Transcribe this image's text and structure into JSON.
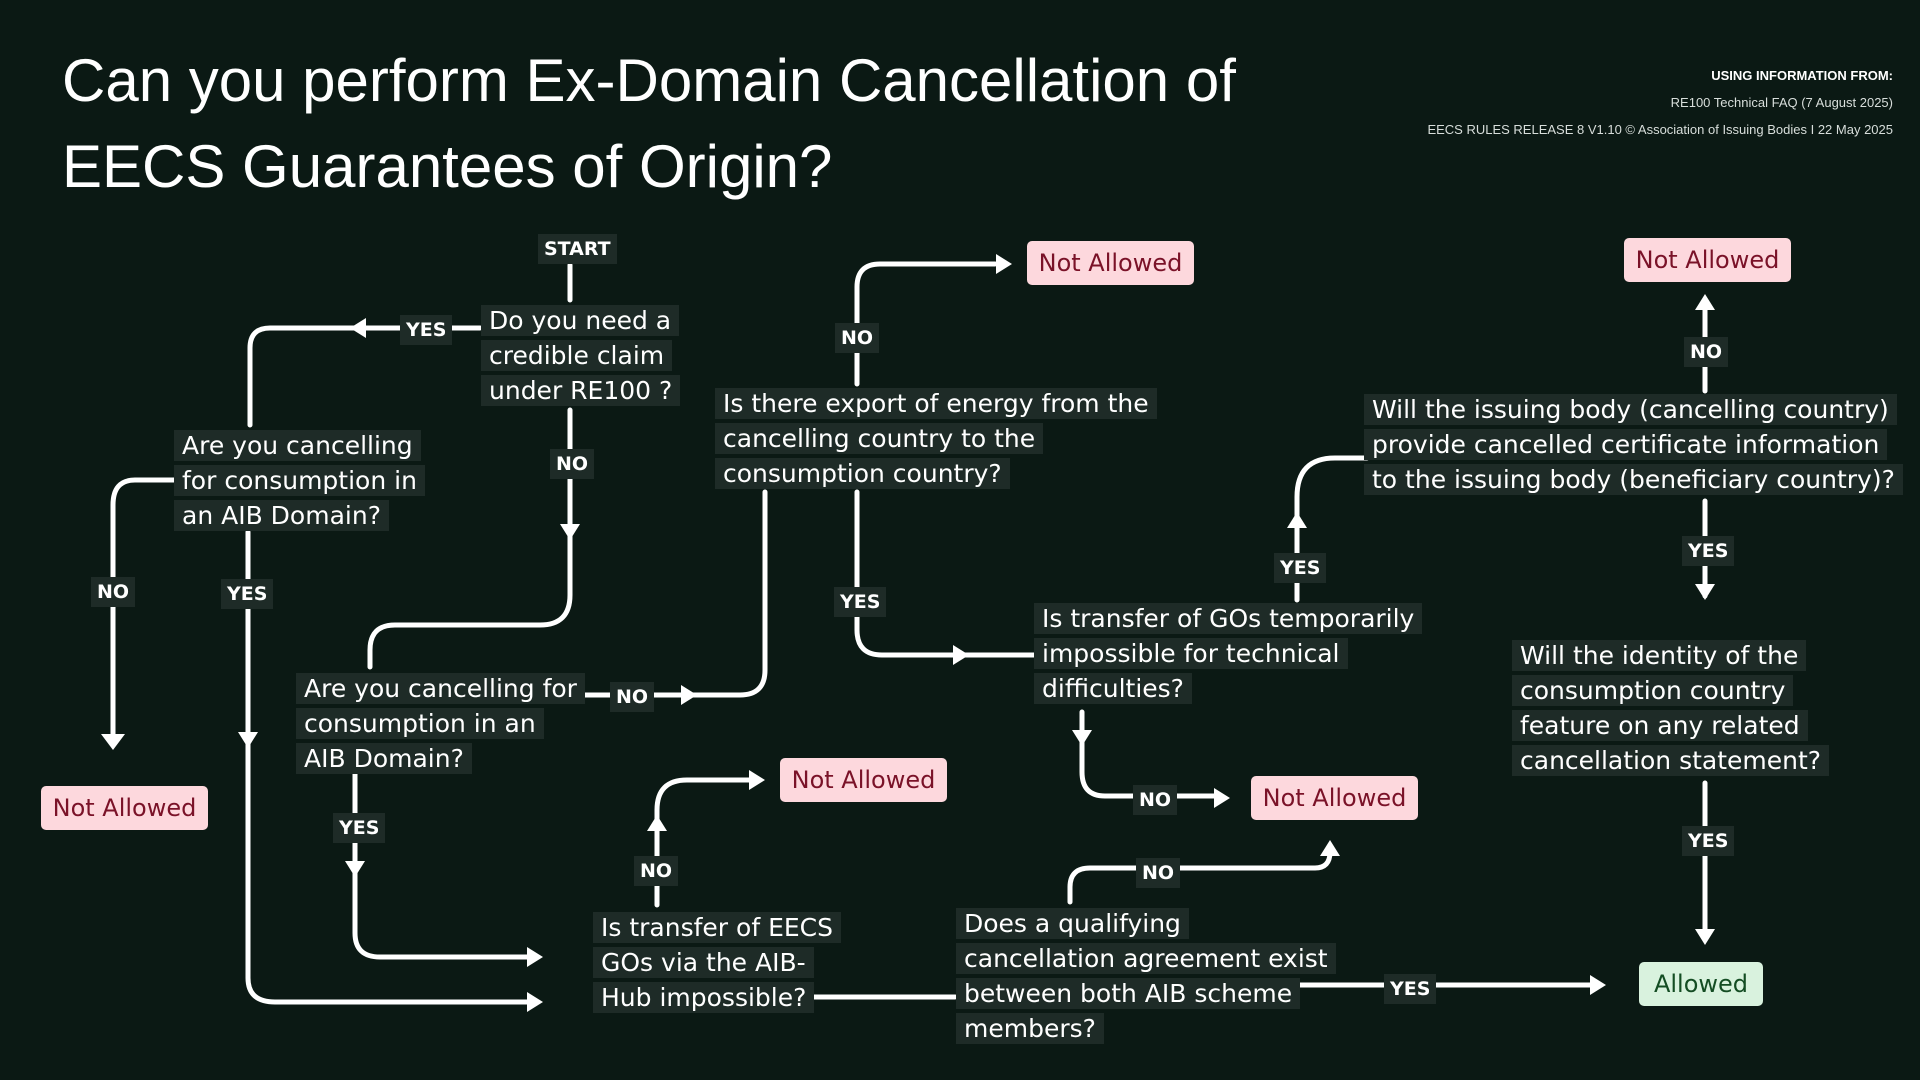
{
  "title": {
    "line1": "Can you perform Ex-Domain Cancellation of",
    "line2": "EECS Guarantees of Origin?"
  },
  "sources": {
    "heading": "USING INFORMATION FROM:",
    "line1": "RE100 Technical FAQ (7 August 2025)",
    "line2": "EECS RULES RELEASE 8 V1.10 © Association of Issuing Bodies I 22 May 2025"
  },
  "flowchart": {
    "start": "START",
    "questions": {
      "q1": [
        "Do you need a",
        "credible claim",
        "under RE100 ?"
      ],
      "q2": [
        "Are you cancelling",
        "for consumption in",
        "an AIB Domain?"
      ],
      "q3": [
        "Are you cancelling for",
        "consumption in an",
        "AIB Domain?"
      ],
      "q4": [
        "Is there export of energy from the",
        "cancelling country to the",
        "consumption country?"
      ],
      "q5": [
        "Is transfer of EECS",
        "GOs via the AIB-",
        "Hub impossible?"
      ],
      "q6": [
        "Is transfer of GOs temporarily",
        "impossible for technical",
        "difficulties?"
      ],
      "q7": [
        "Does a qualifying",
        "cancellation agreement exist",
        "between both AIB scheme",
        "members?"
      ],
      "q8": [
        "Will the issuing body (cancelling country)",
        "provide cancelled certificate information",
        "to the issuing body (beneficiary country)?"
      ],
      "q9": [
        "Will the identity of the",
        "consumption country",
        "feature on any related",
        "cancellation statement?"
      ]
    },
    "labels": {
      "yes": "YES",
      "no": "NO"
    },
    "outcomes": {
      "not_allowed": "Not Allowed",
      "allowed": "Allowed"
    },
    "colors": {
      "background": "#0b1914",
      "box": "#1e2b27",
      "not_allowed_fill": "#fdd8dd",
      "not_allowed_text": "#7a1228",
      "allowed_fill": "#d9f2de",
      "allowed_text": "#144d23"
    }
  }
}
